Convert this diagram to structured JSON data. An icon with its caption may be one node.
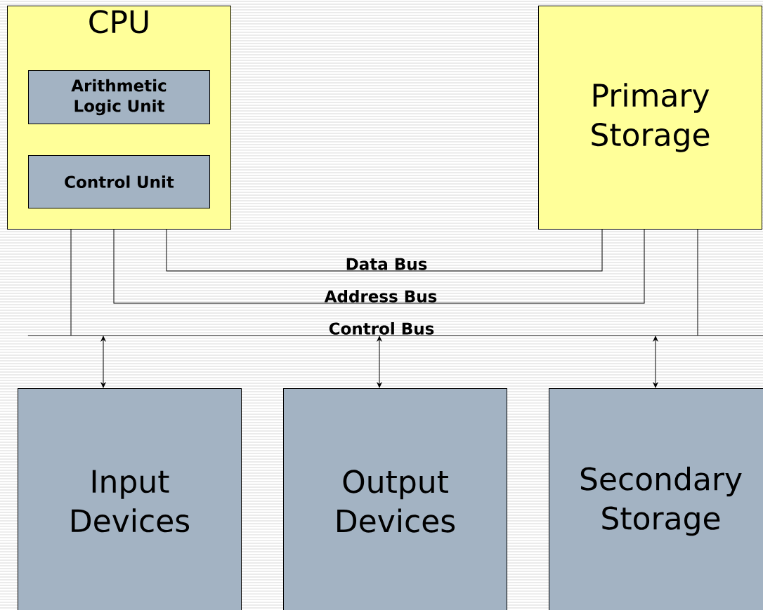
{
  "diagram": {
    "nodes": [
      {
        "text": [
          "CPU"
        ]
      },
      {
        "text": [
          "Arithmetic Logic Unit"
        ],
        "in": 0
      },
      {
        "text": [
          "Control Unit"
        ],
        "in": 0
      },
      {
        "text": [
          "Primary Storage"
        ]
      },
      {
        "text": [
          "Control Bus"
        ]
      },
      {
        "text": [
          "Input Devices"
        ]
      },
      {
        "text": [
          "Output Devices"
        ]
      },
      {
        "text": [
          "Secondary Storage"
        ]
      }
    ],
    "edges": [
      {
        "from": 0,
        "to": 3,
        "arrow": "none",
        "label": "Data Bus"
      },
      {
        "from": 0,
        "to": 3,
        "arrow": "none",
        "label": "Address Bus"
      },
      {
        "from": 0,
        "to": 4,
        "arrow": "none"
      },
      {
        "from": 3,
        "to": 4,
        "arrow": "none"
      },
      {
        "from": 4,
        "to": 5,
        "arrow": "both"
      },
      {
        "from": 4,
        "to": 6,
        "arrow": "both"
      },
      {
        "from": 4,
        "to": 7,
        "arrow": "both"
      }
    ]
  }
}
